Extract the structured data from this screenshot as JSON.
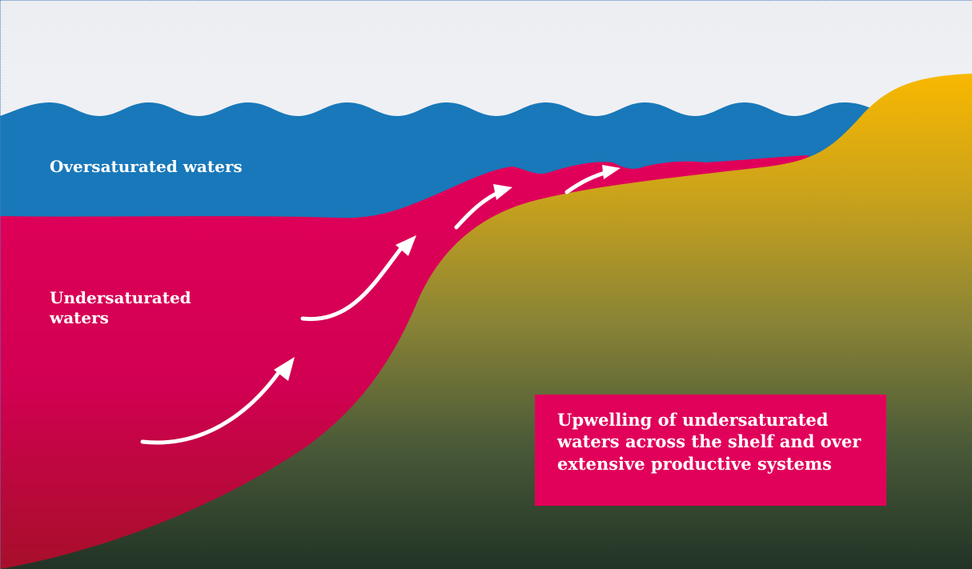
{
  "labels": {
    "oversaturated": "Oversaturated waters",
    "undersaturated": "Undersaturated waters",
    "callout": "Upwelling of undersaturated waters across the shelf and over extensive productive systems"
  },
  "colors": {
    "sky_top": "#eceef2",
    "sky_bottom": "#fafbfc",
    "oversaturated_water": "#1878b9",
    "undersaturated_top": "#e1005a",
    "undersaturated_bottom": "#a70f2a",
    "seafloor_top": "#f9b800",
    "seafloor_mid": "#8a8436",
    "seafloor_bottom": "#213326",
    "arrow": "#ffffff",
    "callout_bg": "#e1005a"
  },
  "icons": [
    "upwelling-arrow-icon"
  ]
}
